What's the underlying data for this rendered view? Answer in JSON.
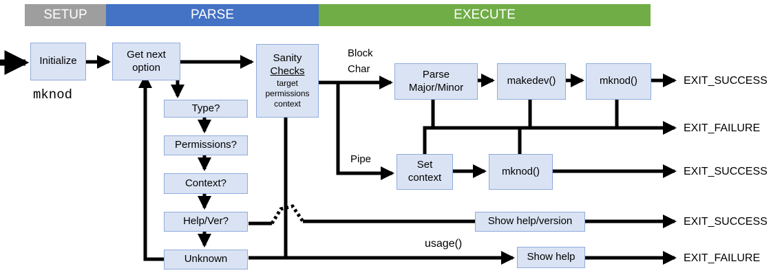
{
  "phases": {
    "setup": {
      "label": "SETUP",
      "color": "#9e9e9e"
    },
    "parse": {
      "label": "PARSE",
      "color": "#4472c4"
    },
    "execute": {
      "label": "EXECUTE",
      "color": "#70ad47"
    }
  },
  "program_name": "mknod",
  "nodes": {
    "initialize": "Initialize",
    "get_next_option": "Get next option",
    "sanity_title": "Sanity",
    "sanity_checks": "Checks",
    "sanity_items": [
      "target",
      "permissions",
      "context"
    ],
    "type": "Type?",
    "permissions": "Permissions?",
    "context": "Context?",
    "help_ver": "Help/Ver?",
    "unknown": "Unknown",
    "parse_major_minor": "Parse Major/Minor",
    "makedev": "makedev()",
    "mknod_block": "mknod()",
    "set_context": "Set context",
    "mknod_pipe": "mknod()",
    "show_help_version": "Show help/version",
    "show_help": "Show help"
  },
  "edge_labels": {
    "block_char": "Block",
    "block_char_2": "Char",
    "pipe": "Pipe",
    "usage": "usage()"
  },
  "exits": {
    "exit_1": "EXIT_SUCCESS",
    "exit_2": "EXIT_FAILURE",
    "exit_3": "EXIT_SUCCESS",
    "exit_4": "EXIT_SUCCESS",
    "exit_5": "EXIT_FAILURE"
  },
  "colors": {
    "box_fill": "#dae3f3",
    "box_border": "#8faadc",
    "line": "#000000"
  }
}
